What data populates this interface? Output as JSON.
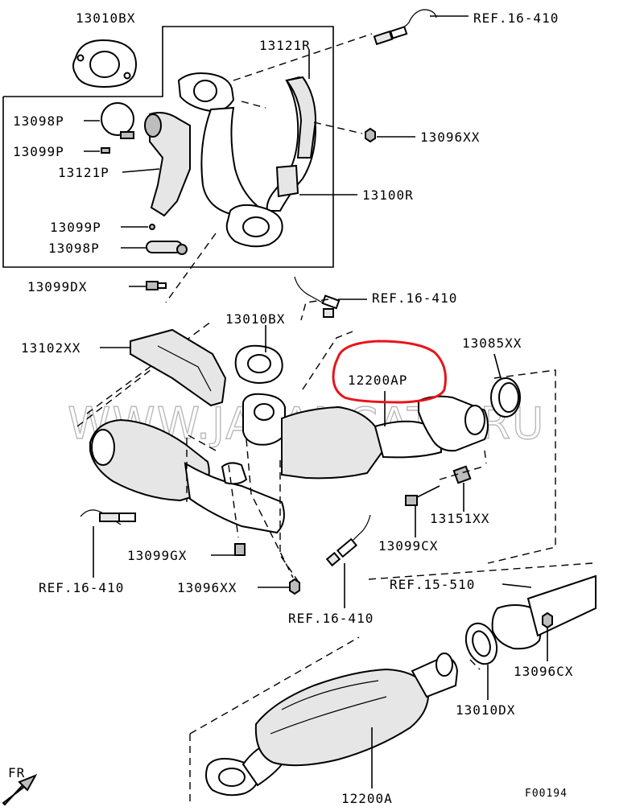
{
  "watermark": "WWW.JAPANCATS.RU",
  "diagram_code": "F00194",
  "direction_label": "FR",
  "highlight_color": "#e8141b",
  "labels": {
    "p13010bx_top": "13010BX",
    "ref_16_410_top": "REF.16-410",
    "p13121r": "13121R",
    "p13098p_a": "13098P",
    "p13099p_a": "13099P",
    "p13121p": "13121P",
    "p13096xx_top": "13096XX",
    "p13100r": "13100R",
    "p13099p_b": "13099P",
    "p13098p_b": "13098P",
    "p13099dx": "13099DX",
    "ref_16_410_mid": "REF.16-410",
    "p13010bx_mid": "13010BX",
    "p13102xx": "13102XX",
    "p12200ap": "12200AP",
    "p13085xx": "13085XX",
    "p13151xx": "13151XX",
    "p13099cx": "13099CX",
    "p13099gx": "13099GX",
    "ref_16_410_left": "REF.16-410",
    "p13096xx_bottom": "13096XX",
    "ref_16_410_bottom": "REF.16-410",
    "ref_15_510": "REF.15-510",
    "p13096cx": "13096CX",
    "p13010dx": "13010DX",
    "p12200a": "12200A"
  }
}
